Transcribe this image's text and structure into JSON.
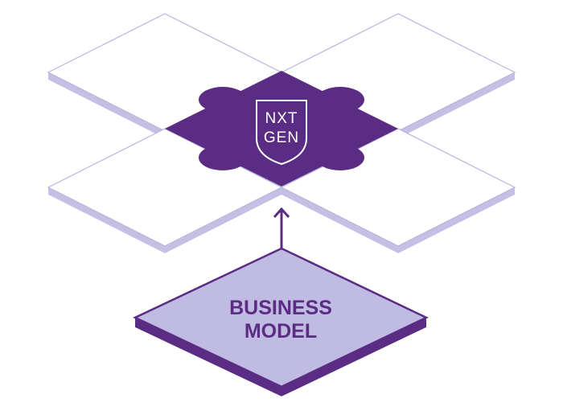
{
  "logo": {
    "line1": "NXT",
    "line2": "GEN"
  },
  "base": {
    "line1": "BUSINESS",
    "line2": "MODEL"
  },
  "colors": {
    "purple": "#5b2c83",
    "tile_edge": "#c3c0e3",
    "tile_outline": "#b8b4dd",
    "base_fill": "#c0bbe2",
    "white": "#ffffff"
  },
  "icons": {
    "logo": "shield-badge",
    "arrow": "arrow-up"
  }
}
